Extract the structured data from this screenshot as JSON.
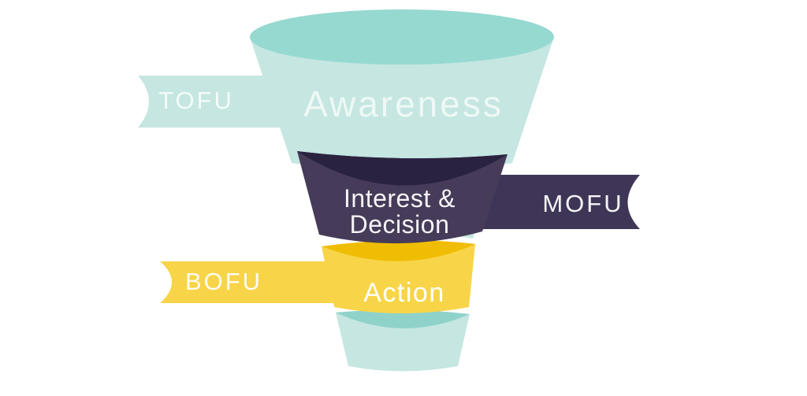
{
  "funnel": {
    "stages": [
      {
        "ribbon_label": "TOFU",
        "ribbon_side": "left",
        "stage_label": "Awareness",
        "body_color": "#c5e6e1",
        "rim_color": "#96d9d1",
        "label_color": "#eef8f5",
        "ribbon_label_color": "#f4fbf9"
      },
      {
        "ribbon_label": "MOFU",
        "ribbon_side": "right",
        "stage_label": "Interest & Decision",
        "stage_label_line1": "Interest &",
        "stage_label_line2": "Decision",
        "body_color": "#463c59",
        "rim_color": "#2a2340",
        "ribbon_color": "#3f3657",
        "label_color": "#f6f4f8",
        "ribbon_label_color": "#f6f4f8"
      },
      {
        "ribbon_label": "BOFU",
        "ribbon_side": "left",
        "stage_label": "Action",
        "body_color": "#f8d548",
        "rim_color": "#f0bd05",
        "label_color": "#ffffff",
        "ribbon_label_color": "#fdfbf2"
      }
    ],
    "spout": {
      "body_color": "#c5e6e1",
      "rim_color": "#8fd2ca"
    },
    "background_color": "#ffffff"
  }
}
